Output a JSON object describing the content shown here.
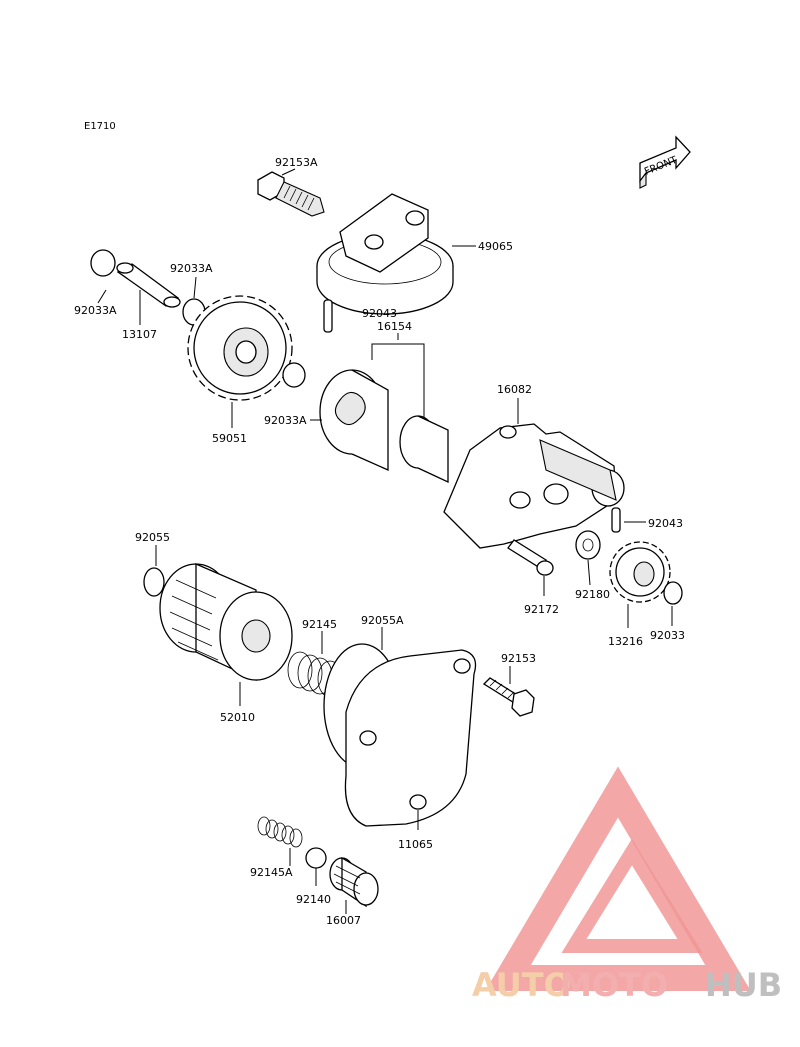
{
  "diagram_code": "E1710",
  "front_label": "FRONT",
  "parts": {
    "p92153A": "92153A",
    "p49065": "49065",
    "p92033A_top": "92033A",
    "p92033A_left": "92033A",
    "p13107": "13107",
    "p92043_top": "92043",
    "p16154": "16154",
    "p92033A_mid": "92033A",
    "p59051": "59051",
    "p16082": "16082",
    "p92043_right": "92043",
    "p92055": "92055",
    "p92145": "92145",
    "p92055A": "92055A",
    "p92172": "92172",
    "p92180": "92180",
    "p13216": "13216",
    "p92033": "92033",
    "p92153": "92153",
    "p52010": "52010",
    "p11065": "11065",
    "p92145A": "92145A",
    "p92140": "92140",
    "p16007": "16007"
  },
  "watermark": {
    "part1": "AUTO",
    "part2": "MOTO",
    "part3": "HUB",
    "triangle_color": "#f08c8c"
  }
}
